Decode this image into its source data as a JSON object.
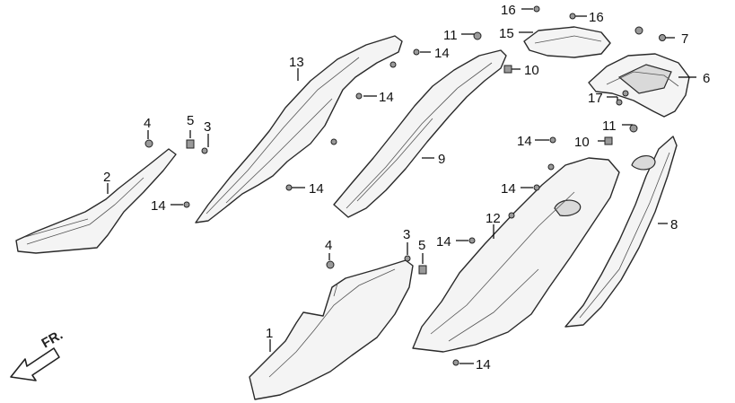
{
  "callouts": {
    "c1": "1",
    "c2": "2",
    "c3a": "3",
    "c3b": "3",
    "c4a": "4",
    "c4b": "4",
    "c5a": "5",
    "c5b": "5",
    "c6": "6",
    "c7": "7",
    "c8": "8",
    "c9": "9",
    "c10a": "10",
    "c10b": "10",
    "c11a": "11",
    "c11b": "11",
    "c12": "12",
    "c13": "13",
    "c14a": "14",
    "c14b": "14",
    "c14c": "14",
    "c14d": "14",
    "c14e": "14",
    "c14f": "14",
    "c14g": "14",
    "c14h": "14",
    "c15": "15",
    "c16a": "16",
    "c16b": "16",
    "c17": "17"
  },
  "direction": {
    "label": "FR."
  }
}
